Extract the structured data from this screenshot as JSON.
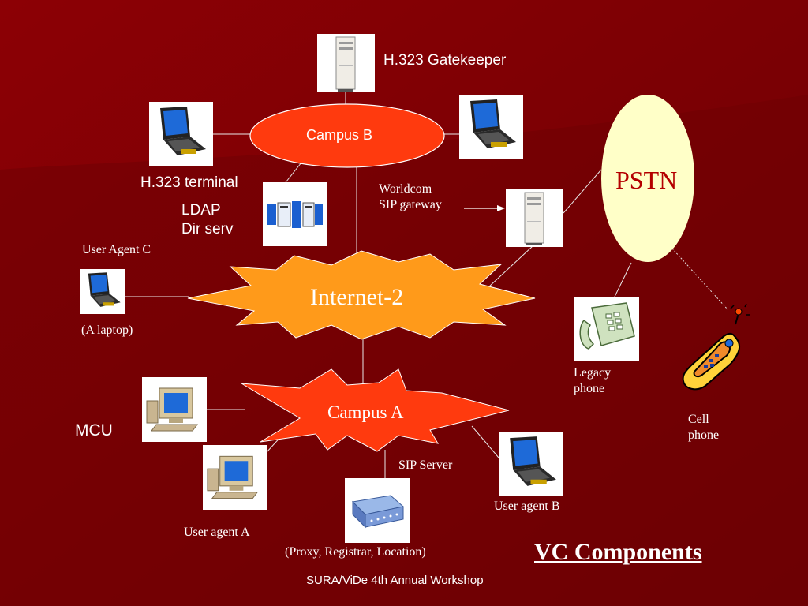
{
  "slide": {
    "title": "VC Components",
    "footer": "SURA/ViDe 4th Annual Workshop"
  },
  "nodes": {
    "campus_b": "Campus B",
    "campus_a": "Campus A",
    "internet2": "Internet-2",
    "pstn": "PSTN"
  },
  "labels": {
    "gatekeeper": "H.323 Gatekeeper",
    "h323_terminal": "H.323 terminal",
    "ldap": "LDAP\nDir serv",
    "worldcom": "Worldcom\nSIP gateway",
    "user_agent_c": "User Agent C",
    "a_laptop": "(A laptop)",
    "legacy_phone": "Legacy\nphone",
    "cell_phone": "Cell\nphone",
    "mcu": "MCU",
    "sip_server": "SIP Server",
    "proxy": "(Proxy, Registrar, Location)",
    "user_agent_a": "User agent A",
    "user_agent_b": "User agent B"
  },
  "icons": {
    "gatekeeper": "server-tower-icon",
    "gateway": "server-tower-icon",
    "ldap": "server-rack-icon",
    "laptop": "laptop-icon",
    "desktop": "desktop-computer-icon",
    "sip_server": "network-device-icon",
    "legacy_phone": "desk-phone-icon",
    "cell_phone": "cell-phone-icon"
  },
  "colors": {
    "background_dark": "#6b0003",
    "background_light": "#8c0005",
    "campus_b_fill": "#ff3a0e",
    "burst_fill": "#ff9a1a",
    "campus_a_fill": "#ff3a0e",
    "pstn_fill": "#ffffc8",
    "pstn_text": "#b40000",
    "line_color": "#e8e8e8"
  }
}
